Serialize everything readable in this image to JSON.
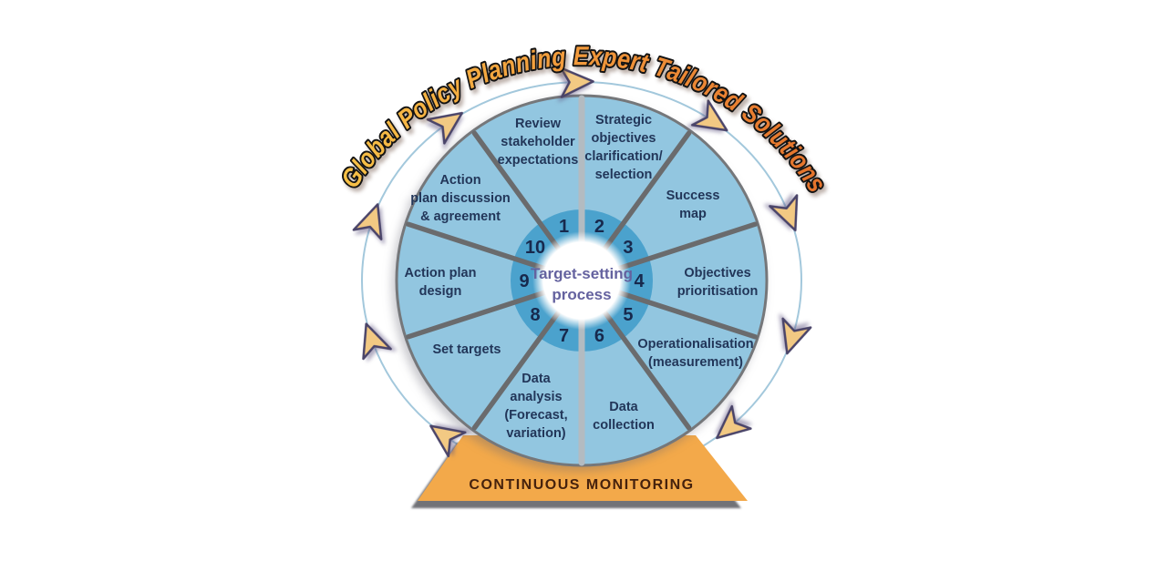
{
  "header": {
    "title": "Global Policy Planning Expert Tailored Solutions"
  },
  "wheel": {
    "center_label": "Target-setting\nprocess",
    "segments": [
      {
        "number": "1",
        "label": "Review\nstakeholder\nexpectations"
      },
      {
        "number": "2",
        "label": "Strategic\nobjectives\nclarification/\nselection"
      },
      {
        "number": "3",
        "label": "Success\nmap"
      },
      {
        "number": "4",
        "label": "Objectives\nprioritisation"
      },
      {
        "number": "5",
        "label": "Operationalisation\n(measurement)"
      },
      {
        "number": "6",
        "label": "Data\ncollection"
      },
      {
        "number": "7",
        "label": "Data\nanalysis\n(Forecast,\nvariation)"
      },
      {
        "number": "8",
        "label": "Set targets"
      },
      {
        "number": "9",
        "label": "Action plan\ndesign"
      },
      {
        "number": "10",
        "label": "Action\nplan discussion\n& agreement"
      }
    ]
  },
  "banner": {
    "label": "CONTINUOUS MONITORING"
  },
  "colors": {
    "segment_fill": "#92C6E0",
    "ring_fill": "#4BA2CD",
    "wheel_rim": "#75777A",
    "number_color": "#17294D",
    "label_color": "#223659",
    "center_text_color": "#64629F",
    "banner_fill": "#F3A94A",
    "banner_text": "#46220D",
    "title_gradient_start": "#F7C247",
    "title_gradient_mid": "#F29C3C",
    "title_gradient_end": "#E4712B",
    "title_outline": "#131313",
    "arrow_fill": "#F2C983",
    "arrow_stroke": "#4A4469",
    "divider_dark": "#6A6B6D",
    "divider_light": "#B3BBC1",
    "outer_ring_line": "#A3C8DC"
  }
}
